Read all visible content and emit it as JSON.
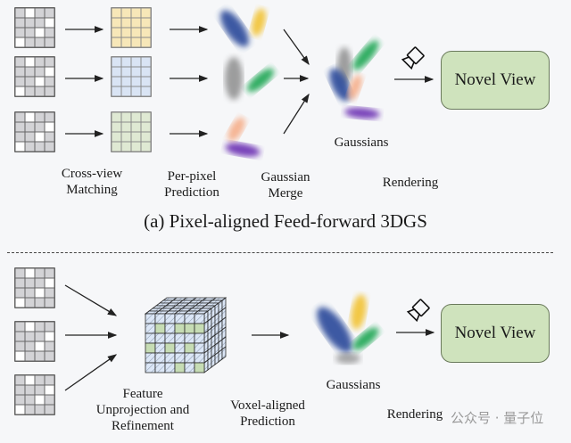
{
  "panel_a": {
    "title": "(a) Pixel-aligned Feed-forward 3DGS",
    "stages": {
      "cross_view": [
        "Cross-view",
        "Matching"
      ],
      "per_pixel": [
        "Per-pixel",
        "Prediction"
      ],
      "merge": [
        "Gaussian",
        "Merge"
      ],
      "gaussians": "Gaussians",
      "rendering": "Rendering"
    },
    "output_box": "Novel View",
    "feature_grid_colors": [
      "#f7e7b8",
      "#d9e4f4",
      "#dfe9d3"
    ]
  },
  "panel_b": {
    "stages": {
      "unprojection": [
        "Feature",
        "Unprojection and",
        "Refinement"
      ],
      "voxel": [
        "Voxel-aligned",
        "Prediction"
      ],
      "gaussians": "Gaussians",
      "rendering": "Rendering"
    },
    "output_box": "Novel View"
  },
  "colors": {
    "input_cell": "#d3d3d6",
    "cube_face": "#dbe6f6",
    "cube_highlight": "#c6dcb4",
    "novel_view_fill": "#cfe3bd"
  },
  "icons": {
    "camera": "camera-icon"
  },
  "watermark": "公众号 · 量子位"
}
